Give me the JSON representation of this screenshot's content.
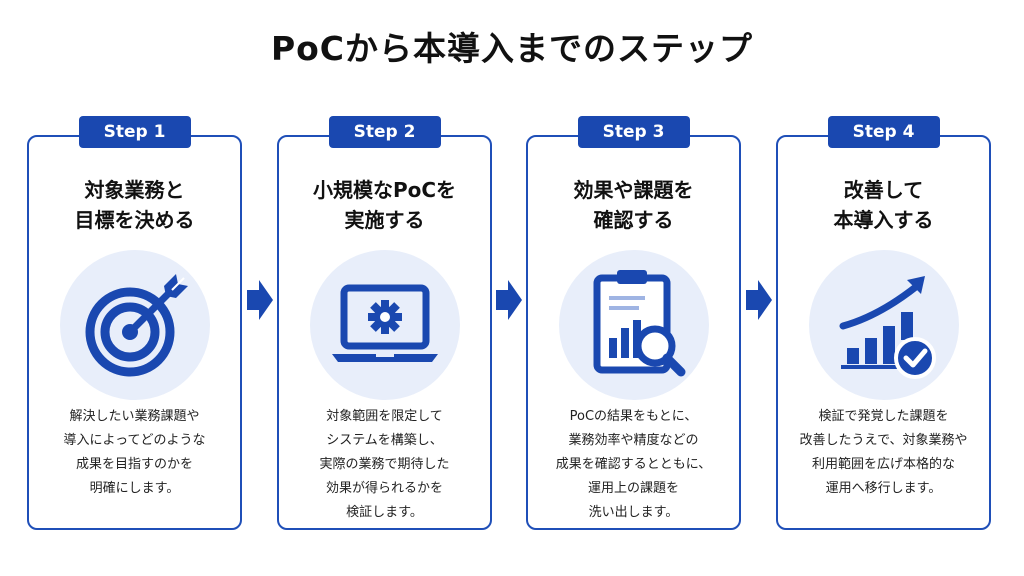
{
  "title": "PoCから本導入までのステップ",
  "colors": {
    "accent": "#1a48b0",
    "icon_bg": "#e8eefa"
  },
  "steps": [
    {
      "badge": "Step 1",
      "title": [
        "対象業務と",
        "目標を決める"
      ],
      "icon": "target-arrow-icon",
      "desc": [
        "解決したい業務課題や",
        "導入によってどのような",
        "成果を目指すのかを",
        "明確にします。"
      ]
    },
    {
      "badge": "Step 2",
      "title": [
        "小規模なPoCを",
        "実施する"
      ],
      "icon": "laptop-gear-icon",
      "desc": [
        "対象範囲を限定して",
        "システムを構築し、",
        "実際の業務で期待した",
        "効果が得られるかを",
        "検証します。"
      ]
    },
    {
      "badge": "Step 3",
      "title": [
        "効果や課題を",
        "確認する"
      ],
      "icon": "clipboard-chart-magnifier-icon",
      "desc": [
        "PoCの結果をもとに、",
        "業務効率や精度などの",
        "成果を確認するとともに、",
        "運用上の課題を",
        "洗い出します。"
      ]
    },
    {
      "badge": "Step 4",
      "title": [
        "改善して",
        "本導入する"
      ],
      "icon": "growth-chart-check-icon",
      "desc": [
        "検証で発覚した課題を",
        "改善したうえで、対象業務や",
        "利用範囲を広げ本格的な",
        "運用へ移行します。"
      ]
    }
  ]
}
